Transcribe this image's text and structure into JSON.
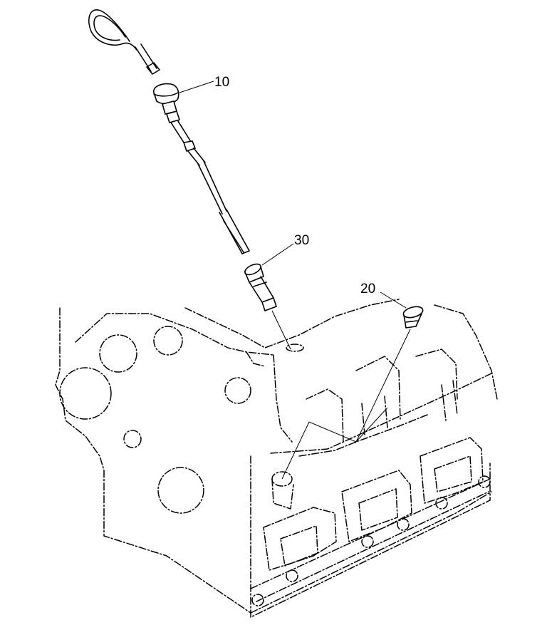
{
  "callouts": {
    "dipstick": "10",
    "plug": "20",
    "guide_tube": "30"
  },
  "colors": {
    "line": "#000000",
    "background": "#ffffff"
  }
}
